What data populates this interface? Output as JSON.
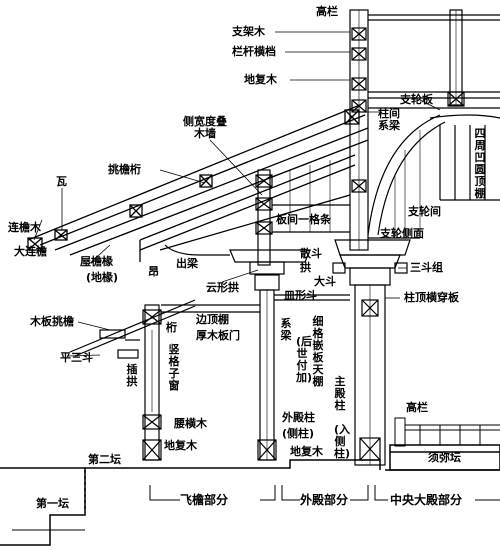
{
  "labels": {
    "gaolan_top": "高栏",
    "zhijiamu": "支架木",
    "langan_hengdang": "栏杆横档",
    "difumu_top": "地复木",
    "zhujian_xijia": "柱间系梁",
    "zhilunban": "支轮板",
    "si_zhou_ao_yuan_ding_peng": "四周凹圆顶棚",
    "ce_kuandu_diemu_qiang": "侧宽度叠木墙",
    "tiaoyan_heng": "挑檐桁",
    "wa": "瓦",
    "lianyan_mu": "连檐木",
    "da_lianyan": "大连檐",
    "wuyan_chuan": "屋檐椽",
    "di_chuan": "(地椽)",
    "ang": "昂",
    "chuqi": "出梁",
    "banjian_getiao": "板间一格条",
    "zhilunjian": "支轮间",
    "zhilun_cemian": "支轮侧面",
    "sandouzu": "三斗组",
    "saodou": "散斗",
    "gong": "拱",
    "dadou": "大斗",
    "yunxing_gong": "云形拱",
    "mindou": "皿形斗",
    "zhuding_hengchuanban": "柱顶横穿板",
    "muban_tiaoyan": "木板挑檐",
    "heng_small": "桁",
    "bian_dingpeng": "边顶棚",
    "houmu_banmen": "厚木板门",
    "xiliang": "系梁",
    "hou_shi_fu_jia": "(后世付加)",
    "xige_qianban_tianpeng": "细格嵌板天棚",
    "ping_san_dou": "平三斗",
    "cha_gong": "插拱",
    "shu_ge_zi_chuang": "竖格子窗",
    "yao_heng_mu": "腰横木",
    "difumu_low": "地复木",
    "wai_dian_zhu": "外殿柱",
    "ce_zhu": "(侧柱)",
    "difumu_mid": "地复木",
    "zhu_dian_zhu": "主殿柱",
    "ru_ce_zhu": "(入侧柱)",
    "gaolan_right": "高栏",
    "xumi_tan": "须弥坛",
    "di_er_tan": "第二坛",
    "di_yi_tan": "第一坛"
  },
  "sections": {
    "feiyan": "飞檐部分",
    "waidian": "外殿部分",
    "zhongyang": "中央大殿部分"
  }
}
